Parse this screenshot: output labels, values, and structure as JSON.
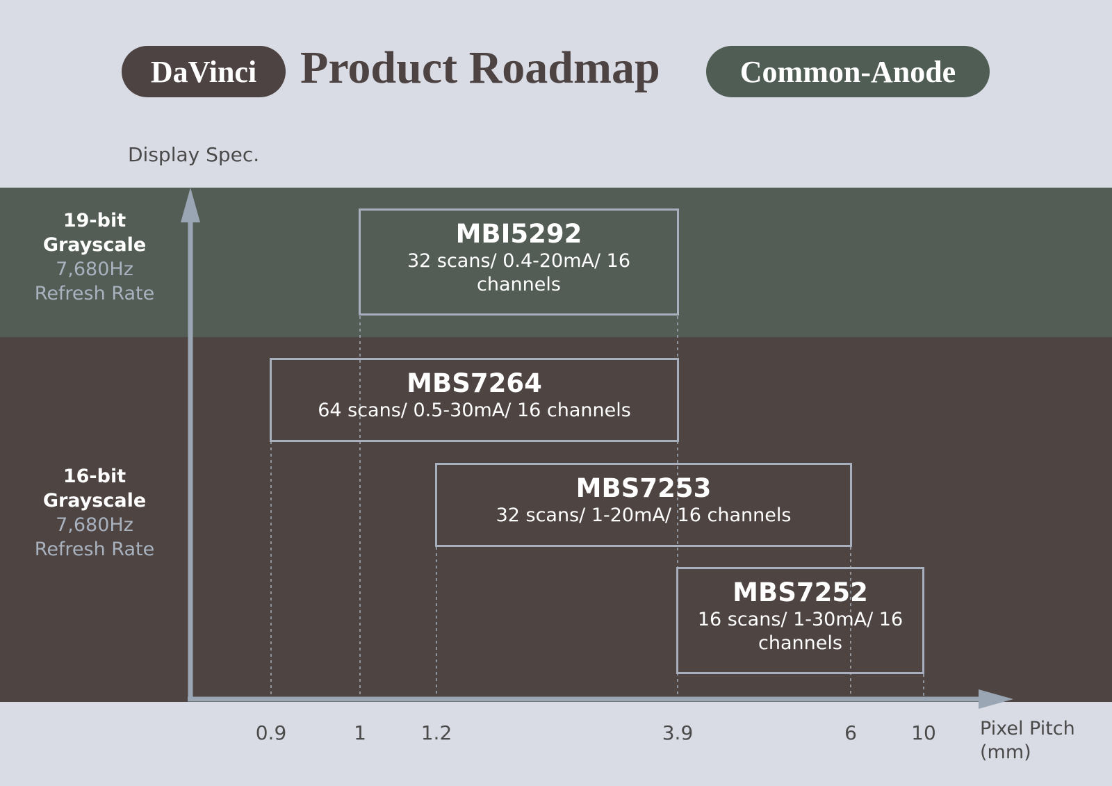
{
  "header": {
    "brand": "DaVinci",
    "title": "Product Roadmap",
    "tag": "Common-Anode"
  },
  "colors": {
    "pill_left": "#4d4342",
    "pill_right": "#505d54",
    "band_top": "#535d55",
    "band_bottom": "#4e4442",
    "axis": "#9aa6b4",
    "box_border": "#a7b0bc"
  },
  "axes": {
    "y_title": "Display Spec.",
    "x_title_line1": "Pixel Pitch",
    "x_title_line2": "(mm)",
    "ticks": [
      "0.9",
      "1",
      "1.2",
      "3.9",
      "6",
      "10"
    ]
  },
  "tiers": [
    {
      "line1": "19-bit",
      "line2": "Grayscale",
      "line3": "7,680Hz",
      "line4": "Refresh Rate"
    },
    {
      "line1": "16-bit",
      "line2": "Grayscale",
      "line3": "7,680Hz",
      "line4": "Refresh Rate"
    }
  ],
  "products": [
    {
      "name": "MBI5292",
      "spec": "32 scans/ 0.4-20mA/ 16 channels",
      "pitch_from": "1",
      "pitch_to": "3.9",
      "tier": "19-bit"
    },
    {
      "name": "MBS7264",
      "spec": "64 scans/ 0.5-30mA/ 16 channels",
      "pitch_from": "0.9",
      "pitch_to": "3.9",
      "tier": "16-bit"
    },
    {
      "name": "MBS7253",
      "spec": "32 scans/ 1-20mA/ 16 channels",
      "pitch_from": "1.2",
      "pitch_to": "6",
      "tier": "16-bit"
    },
    {
      "name": "MBS7252",
      "spec": "16 scans/ 1-30mA/ 16 channels",
      "pitch_from": "3.9",
      "pitch_to": "10",
      "tier": "16-bit"
    }
  ]
}
